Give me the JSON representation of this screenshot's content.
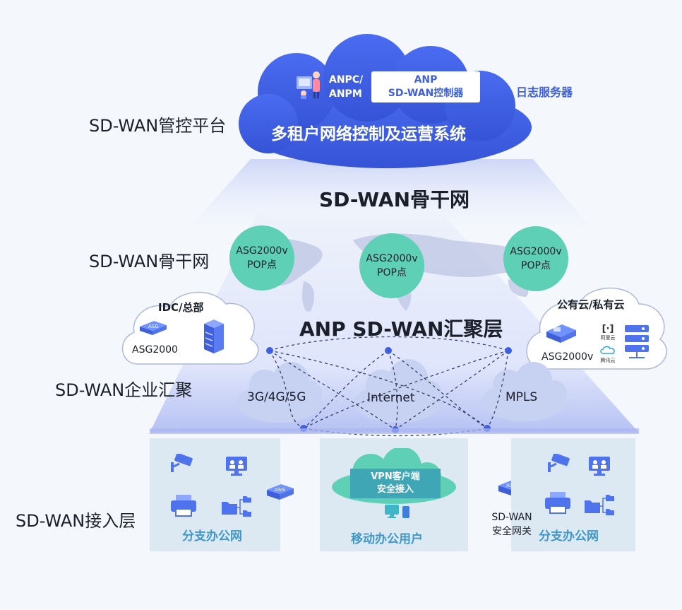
{
  "layers": {
    "management": "SD-WAN管控平台",
    "backbone": "SD-WAN骨干网",
    "aggregation": "SD-WAN企业汇聚",
    "access": "SD-WAN接入层"
  },
  "top_cloud": {
    "anpc": "ANPC/\nANPM",
    "controller_line1": "ANP",
    "controller_line2": "SD-WAN控制器",
    "log_server": "日志服务器",
    "system": "多租户网络控制及运营系统"
  },
  "backbone_title": "SD-WAN骨干网",
  "pops": [
    {
      "line1": "ASG2000v",
      "line2": "POP点"
    },
    {
      "line1": "ASG2000v",
      "line2": "POP点"
    },
    {
      "line1": "ASG2000v",
      "line2": "POP点"
    }
  ],
  "idc": {
    "title": "IDC/总部",
    "device": "ASG2000",
    "asg_badge": "ASG"
  },
  "cloud_dc": {
    "title": "公有云/私有云",
    "device": "ASG2000v",
    "logo1": "阿里云",
    "logo2": "腾讯云"
  },
  "aggregation_title": "ANP SD-WAN汇聚层",
  "networks": [
    "3G/4G/5G",
    "Internet",
    "MPLS"
  ],
  "branch_left": {
    "title": "分支办公网",
    "asg_badge": "ASG"
  },
  "mobile": {
    "vpn_line1": "VPN客户端",
    "vpn_line2": "安全接入",
    "title": "移动办公用户"
  },
  "branch_right": {
    "title": "分支办公网",
    "gateway_line1": "SD-WAN",
    "gateway_line2": "安全网关",
    "asg_badge": "ASG"
  },
  "colors": {
    "cloud_blue": "#3d5fe0",
    "pop_green": "#5ed0b6",
    "branch_text": "#3f98c7",
    "panel": "#dde9f2",
    "vpn_teal": "#3fa6b6"
  },
  "icons": [
    "people-at-screen-icon",
    "server-tower-icon",
    "asg-device-icon",
    "cctv-camera-icon",
    "video-conference-icon",
    "printer-icon",
    "folder-tree-icon",
    "monitor-phone-icon",
    "server-rack-icon"
  ]
}
